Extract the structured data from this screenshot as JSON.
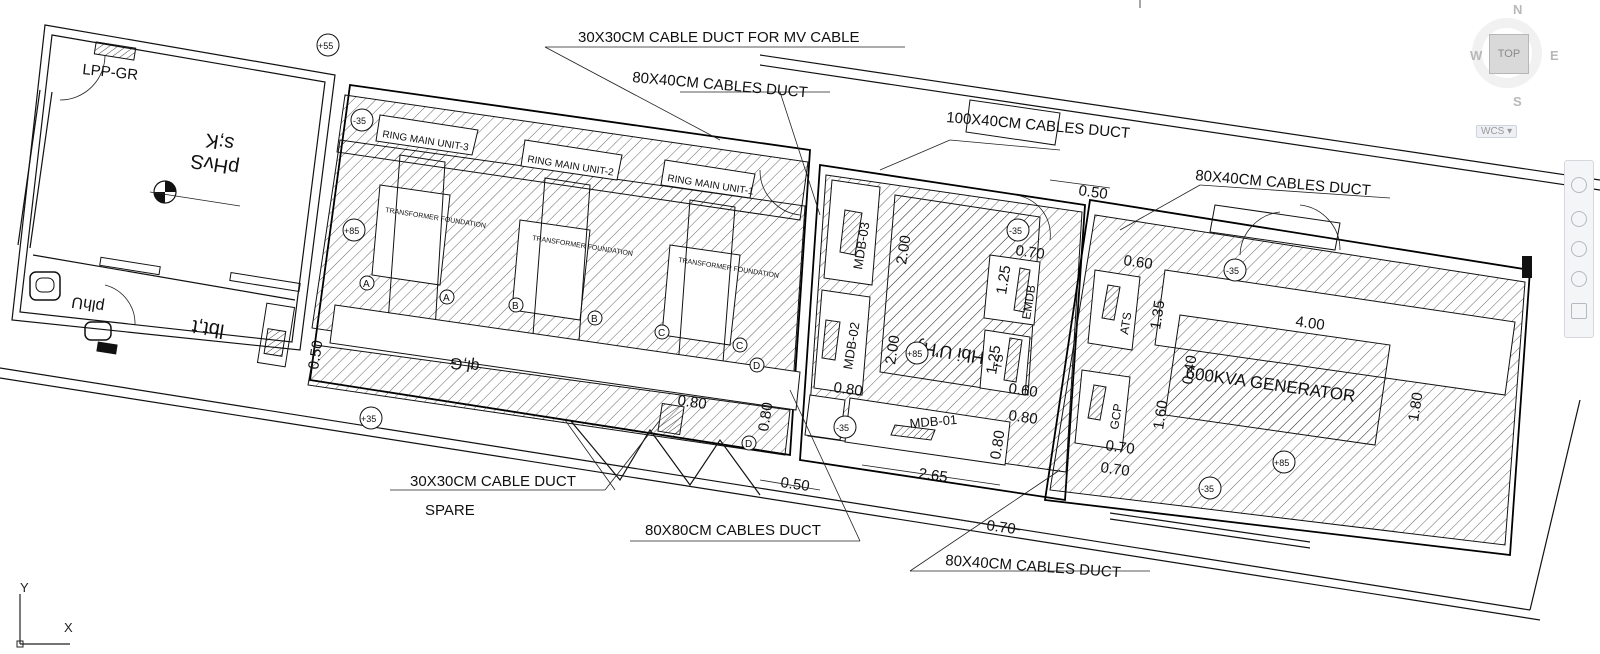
{
  "drawing": {
    "labels": {
      "mv_duct": "30X30CM CABLE  DUCT FOR MV CABLE",
      "duct_80x40_top": "80X40CM CABLES DUCT",
      "duct_100x40": "100X40CM CABLES DUCT",
      "duct_80x40_right": "80X40CM CABLES DUCT",
      "duct_30x30_spare": "30X30CM CABLE  DUCT",
      "spare": "SPARE",
      "duct_80x80": "80X80CM CABLES  DUCT",
      "duct_80x40_bottom": "80X40CM CABLES  DUCT",
      "lpp_gr": "LPP-GR",
      "ring_main_unit_3": "RING MAIN UNIT-3",
      "ring_main_unit_2": "RING MAIN UNIT-2",
      "ring_main_unit_1": "RING MAIN UNIT-1",
      "transformer_foundation": "TRANSFORMER FOUNDATION",
      "mdb_03": "MDB-03",
      "mdb_02": "MDB-02",
      "mdb_01": "MDB-01",
      "emdb": "EMDB",
      "ats": "ATS",
      "gcp": "GCP",
      "ts": "TS",
      "generator": "600KVA  GENERATOR",
      "room_mirrored_1": "s;K",
      "room_mirrored_2": "pHvS",
      "room_mirrored_3": "lbt,t",
      "room_mirrored_4": "plhU",
      "room_mirrored_5": "ql,G",
      "room_mirrored_6": "Hbi U'Hy"
    },
    "levels": {
      "l1": "+55",
      "l2": "-35",
      "l3": "+85",
      "l4": "+35",
      "l5": "-35",
      "l6": "-35",
      "l7": "+85",
      "l8": "-35",
      "l9": "+85",
      "l10": "-35"
    },
    "dims": {
      "d_050_top": "0.50",
      "d_070_top": "0.70",
      "d_060": "0.60",
      "d_400": "4.00",
      "d_180": "1.80",
      "d_200_a": "2.00",
      "d_200_b": "2.00",
      "d_125_a": "1.25",
      "d_125_b": "1.25",
      "d_135": "1.35",
      "d_040": "0.40",
      "d_160": "1.60",
      "d_070_a": "0.70",
      "d_070_b": "0.70",
      "d_060_b": "0.60",
      "d_080_a": "0.80",
      "d_080_b": "0.80",
      "d_080_c": "0.80",
      "d_080_d": "0.80",
      "d_080_e": "0.80",
      "d_265": "2.65",
      "d_050_b": "0.50",
      "d_070_c": "0.70",
      "d_050_c": "0.50"
    },
    "grid": {
      "a": "A",
      "b": "B",
      "c": "C",
      "d": "D"
    }
  },
  "viewcube": {
    "n": "N",
    "s": "S",
    "e": "E",
    "w": "W",
    "top": "TOP",
    "wcs": "WCS"
  },
  "ucs": {
    "x": "X",
    "y": "Y"
  }
}
